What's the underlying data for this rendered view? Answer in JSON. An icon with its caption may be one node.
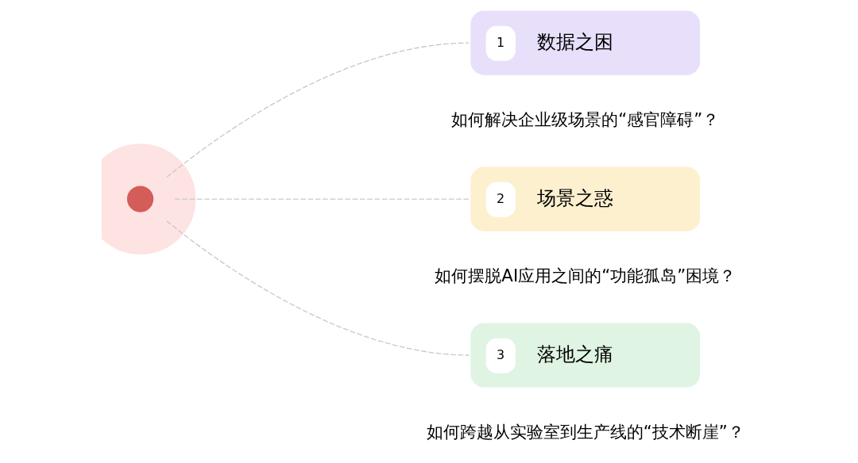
{
  "diagram": {
    "nodes": [
      {
        "text": [],
        "shape": "circle"
      },
      {
        "text": [
          "1",
          "数据之困"
        ],
        "beside": [
          "如何解决企业级场景的“感官障碍”？"
        ]
      },
      {
        "text": [
          "2",
          "场景之惑"
        ],
        "beside": [
          "如何摆脱AI应用之间的“功能孤岛”困境？"
        ]
      },
      {
        "text": [
          "3",
          "落地之痛"
        ],
        "beside": [
          "如何跨越从实验室到生产线的“技术断崖”？"
        ]
      }
    ],
    "edges": [
      {
        "from": 0,
        "to": 1,
        "arrow": "none",
        "style": "dashed"
      },
      {
        "from": 0,
        "to": 2,
        "arrow": "none",
        "style": "dashed"
      },
      {
        "from": 0,
        "to": 3,
        "arrow": "none",
        "style": "dashed"
      }
    ]
  }
}
